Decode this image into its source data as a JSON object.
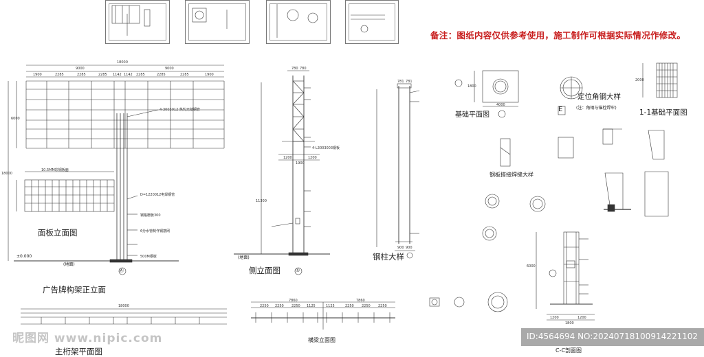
{
  "note": "备注：图纸内容仅供参考使用，施工制作可根据实际情况作修改。",
  "titles": {
    "panel_elevation": "面板立面图",
    "frame_front": "广告牌构架正立面",
    "truss_plan": "主桁架平面图",
    "side_elevation": "侧立面图",
    "beam_elevation": "横梁立面图",
    "column_detail": "钢柱大样",
    "foundation_plan": "基础平面图",
    "angle_detail": "定位角钢大样",
    "angle_detail_sub": "(注：角钢与锚栓焊牢)",
    "foundation_1_1": "1-1基础平面图",
    "weld_detail": "钢板搭接焊缝大样",
    "section_cc": "C-C剖面图"
  },
  "dims": {
    "total_width": "18000",
    "half_left": "9000",
    "half_right": "9000",
    "seg": [
      "1900",
      "2285",
      "2285",
      "2285",
      "1142",
      "1142",
      "2285",
      "2285",
      "2285",
      "1900"
    ],
    "height_total": "18000",
    "panel_h": "6000",
    "ground": "±0.000",
    "ground_side": "(地面)",
    "truss_total": "18000",
    "beam_total_left": "7860",
    "beam_total_right": "7860",
    "beam_seg": [
      "2250",
      "2250",
      "2250",
      "1125",
      "1125",
      "2250",
      "2250",
      "2250"
    ],
    "side_top": [
      "780",
      "780"
    ],
    "side_bot": [
      "1200",
      "1200",
      "1900"
    ],
    "col_top": [
      "781",
      "781"
    ],
    "col_bot": [
      "900",
      "900"
    ],
    "col_height": "11300",
    "found_w": "4000",
    "found_h": "1800",
    "found_1_1_h": "2000",
    "cc_bot": [
      "1200",
      "1200",
      "1800"
    ],
    "cc_h": "6000"
  },
  "annotations": {
    "bolt": "4-3003012 热轧无缝钢管",
    "pipe": "D=1220012电焊钢管",
    "grid": "10.5MM彩钢板面",
    "brace": "钢格栅板300",
    "rebar": "6分水管制作钢筋网",
    "anchor": "4-L3003003钢板",
    "plate": "500M钢板",
    "item_a": "Ⓐ",
    "item_1": "①",
    "item_e": "E"
  },
  "watermark": {
    "left": "昵图网 www.nipic.com",
    "right": "ID:4564694 NO:20240718100914221102"
  }
}
